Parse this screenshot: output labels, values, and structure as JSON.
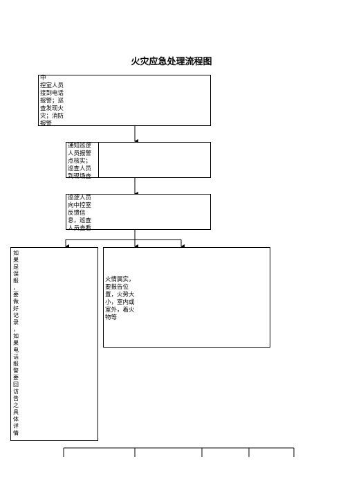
{
  "title": "火灾应急处理流程图",
  "steps": {
    "step1": "中\n控室人员\n接到电话\n报警；巡\n查发现火\n灾；消防\n报警",
    "step2": "通知巡逻\n人员报警\n点核实；\n巡查人员\n到现场查",
    "step3": "巡逻人员\n向中控室\n反馈信\n息，巡查\n人员查看",
    "left_branch": "如\n果\n是\n误\n报\n，\n要\n做\n好\n记\n录\n，\n如\n果\n电\n话\n报\n警\n要\n回\n访\n告\n之\n具\n体\n详\n情",
    "right_branch": "火情属实，\n要报告位\n置，火势大\n小，室内或\n室外，着火\n物等"
  }
}
